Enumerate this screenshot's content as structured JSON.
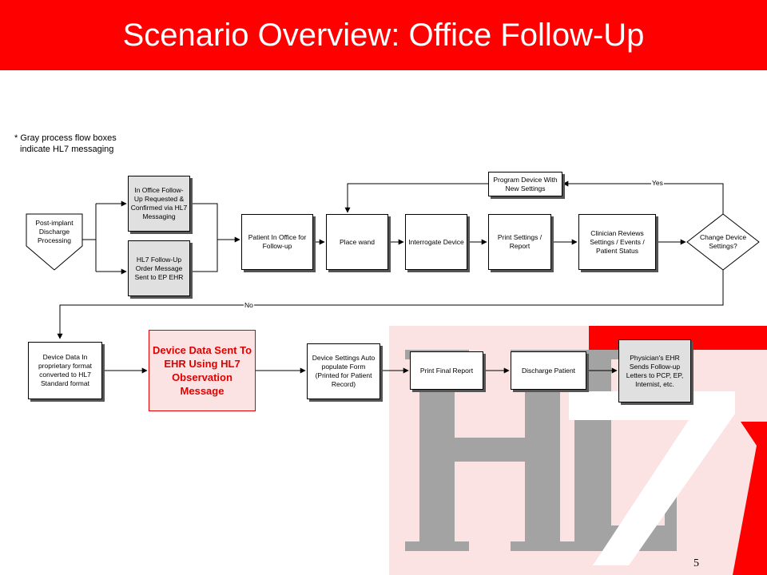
{
  "title": "Scenario Overview: Office Follow-Up",
  "note": {
    "line1": "* Gray process flow boxes",
    "line2": "indicate HL7 messaging"
  },
  "nodes": {
    "post_implant": "Post-implant Discharge Processing",
    "in_office_request": "In Office Follow-Up Requested & Confirmed via HL7 Messaging",
    "hl7_order_message": "HL7 Follow-Up Order Message Sent to EP EHR",
    "patient_in_office": "Patient In Office for Follow-up",
    "place_wand": "Place wand",
    "interrogate": "Interrogate Device",
    "print_settings": "Print Settings / Report",
    "clinician_reviews": "Clinician Reviews Settings / Events / Patient Status",
    "change_settings": "Change Device Settings?",
    "program_device": "Program Device With New Settings",
    "device_data": "Device Data In proprietary format converted to HL7 Standard format",
    "device_data_sent": "Device Data Sent To EHR Using HL7 Observation Message",
    "auto_populate": "Device Settings Auto populate Form (Printed for Patient Record)",
    "print_final": "Print Final Report",
    "discharge": "Discharge Patient",
    "physician_ehr": "Physician's EHR Sends Follow-up Letters to PCP, EP, Internist, etc."
  },
  "edge_labels": {
    "yes": "Yes",
    "no": "No"
  },
  "logo": {
    "text": "HL7",
    "colors": {
      "pink": "#fbe3e3",
      "red": "#ff0000",
      "gray": "#9d9d9d"
    }
  },
  "page_number": "5",
  "colors": {
    "accent": "#ff0000",
    "gray_box": "#e0e0e0"
  }
}
